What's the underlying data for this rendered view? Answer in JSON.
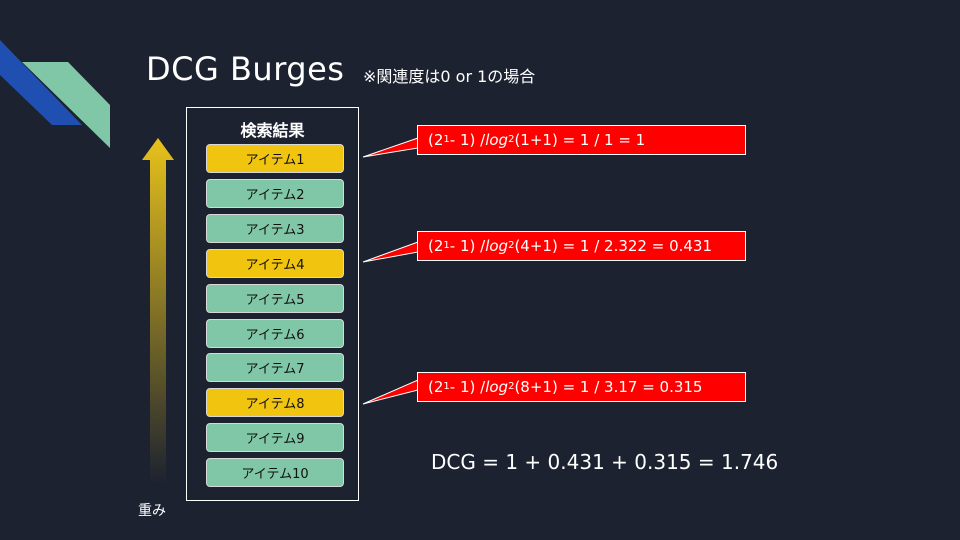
{
  "slide": {
    "title": "DCG Burges",
    "subtitle": "※関連度は0 or 1の場合"
  },
  "weight_axis": {
    "label": "重み"
  },
  "results": {
    "header": "検索結果",
    "items": [
      {
        "label": "アイテム1",
        "relevance": 1
      },
      {
        "label": "アイテム2",
        "relevance": 0
      },
      {
        "label": "アイテム3",
        "relevance": 0
      },
      {
        "label": "アイテム4",
        "relevance": 1
      },
      {
        "label": "アイテム5",
        "relevance": 0
      },
      {
        "label": "アイテム6",
        "relevance": 0
      },
      {
        "label": "アイテム7",
        "relevance": 0
      },
      {
        "label": "アイテム8",
        "relevance": 1
      },
      {
        "label": "アイテム9",
        "relevance": 0
      },
      {
        "label": "アイテム10",
        "relevance": 0
      }
    ]
  },
  "callouts": [
    {
      "gain": "(2",
      "exp": "1",
      "mid": " - 1) / ",
      "log": "log",
      "base": "2",
      "arg": "(1+1) = 1 / 1 = 1"
    },
    {
      "gain": "(2",
      "exp": "1",
      "mid": " - 1)  / ",
      "log": "log",
      "base": "2",
      "arg": "(4+1) = 1 / 2.322 = 0.431"
    },
    {
      "gain": "(2",
      "exp": "1",
      "mid": " - 1) / ",
      "log": "log",
      "base": "2",
      "arg": "(8+1) = 1 / 3.17 = 0.315"
    }
  ],
  "dcg_total": "DCG = 1 + 0.431 + 0.315 = 1.746",
  "colors": {
    "background": "#1c2230",
    "relevant_item": "#f1c40f",
    "nonrelevant_item": "#7fc7a6",
    "callout": "#ff0000",
    "deco_blue": "#1f4fb0",
    "deco_green": "#7fc7a6",
    "arrow_gold": "#e8c21c"
  }
}
